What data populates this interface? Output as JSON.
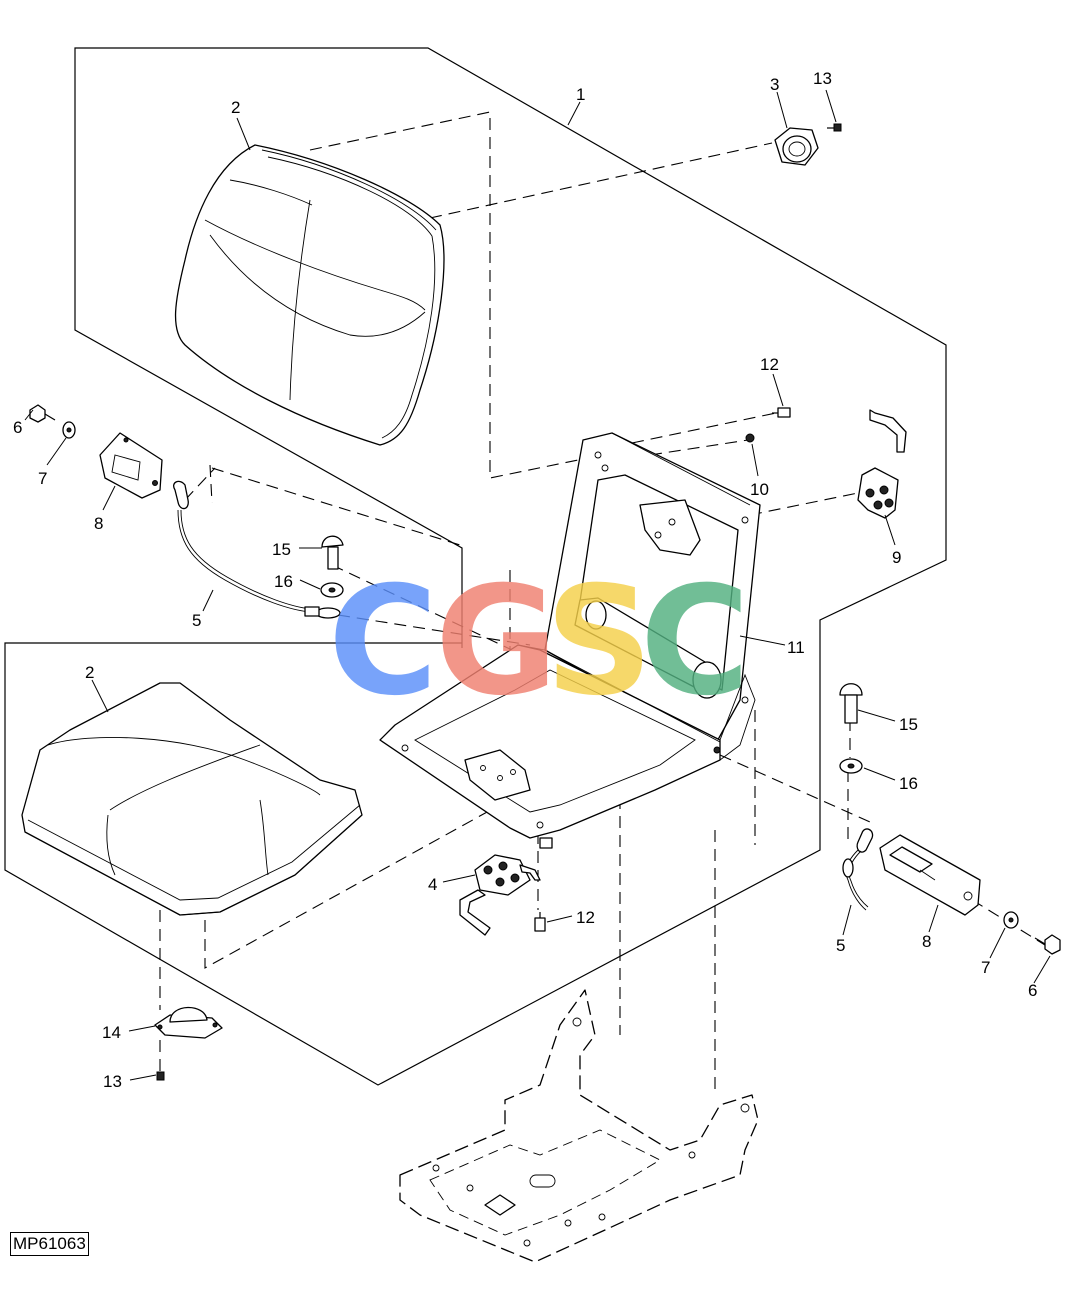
{
  "figure_label": "MP61063",
  "watermark": {
    "letters": [
      "C",
      "G",
      "S",
      "C"
    ],
    "colors": [
      "#5b8ff9",
      "#f08070",
      "#f5d04a",
      "#52b080"
    ]
  },
  "callouts": {
    "backrest_cushion": "2",
    "backrest_frame_assembly": "1",
    "knob_backrest": "3",
    "screw_knob_backrest": "13",
    "screw_backrest_frame": "12",
    "nut_backrest_frame": "10",
    "latch_right": "9",
    "seat_frame": "11",
    "bolt_left": "6",
    "washer_left": "7",
    "bracket_left": "8",
    "cable_left": "5",
    "carriage_bolt_left": "15",
    "spacer_left": "16",
    "seat_cushion": "2",
    "latch_bottom": "4",
    "screw_bottom": "12",
    "knob_seat": "14",
    "screw_knob_seat": "13",
    "carriage_bolt_right": "15",
    "spacer_right": "16",
    "cable_right": "5",
    "bracket_right": "8",
    "washer_right": "7",
    "bolt_right": "6"
  }
}
